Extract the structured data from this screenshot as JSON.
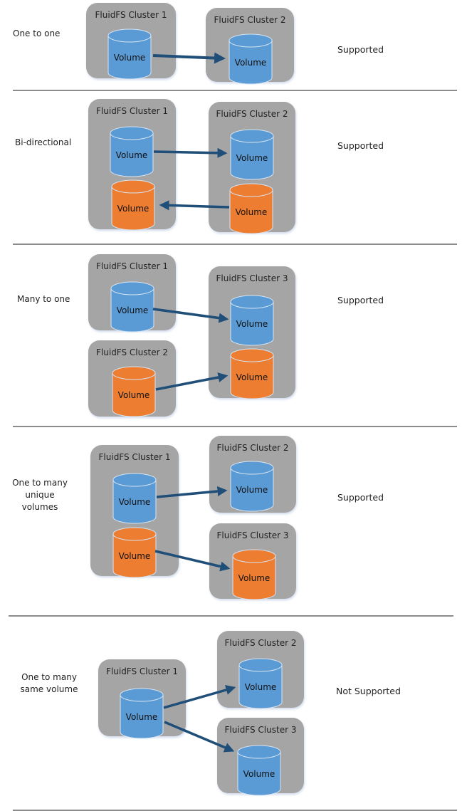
{
  "colors": {
    "cluster_bg": "#a5a5a5",
    "volume_blue": "#5b9bd5",
    "volume_orange": "#ed7d31",
    "arrow": "#1f4e79",
    "divider": "#8c8c8c"
  },
  "rows": [
    {
      "label": "One to one",
      "status": "Supported",
      "clusters": [
        {
          "title": "FluidFS Cluster 1",
          "volumes": [
            {
              "label": "Volume",
              "color": "blue"
            }
          ]
        },
        {
          "title": "FluidFS Cluster 2",
          "volumes": [
            {
              "label": "Volume",
              "color": "blue"
            }
          ]
        }
      ],
      "replications": [
        {
          "from": "Cluster 1 Volume (blue)",
          "to": "Cluster 2 Volume (blue)"
        }
      ]
    },
    {
      "label": "Bi-directional",
      "status": "Supported",
      "clusters": [
        {
          "title": "FluidFS Cluster 1",
          "volumes": [
            {
              "label": "Volume",
              "color": "blue"
            },
            {
              "label": "Volume",
              "color": "orange"
            }
          ]
        },
        {
          "title": "FluidFS Cluster 2",
          "volumes": [
            {
              "label": "Volume",
              "color": "blue"
            },
            {
              "label": "Volume",
              "color": "orange"
            }
          ]
        }
      ],
      "replications": [
        {
          "from": "Cluster 1 Volume (blue)",
          "to": "Cluster 2 Volume (blue)"
        },
        {
          "from": "Cluster 2 Volume (orange)",
          "to": "Cluster 1 Volume (orange)"
        }
      ]
    },
    {
      "label": "Many to one",
      "status": "Supported",
      "clusters": [
        {
          "title": "FluidFS Cluster 1",
          "volumes": [
            {
              "label": "Volume",
              "color": "blue"
            }
          ]
        },
        {
          "title": "FluidFS Cluster 2",
          "volumes": [
            {
              "label": "Volume",
              "color": "orange"
            }
          ]
        },
        {
          "title": "FluidFS Cluster 3",
          "volumes": [
            {
              "label": "Volume",
              "color": "blue"
            },
            {
              "label": "Volume",
              "color": "orange"
            }
          ]
        }
      ],
      "replications": [
        {
          "from": "Cluster 1 Volume (blue)",
          "to": "Cluster 3 Volume (blue)"
        },
        {
          "from": "Cluster 2 Volume (orange)",
          "to": "Cluster 3 Volume (orange)"
        }
      ]
    },
    {
      "label_line1": "One to many",
      "label_line2": "unique volumes",
      "status": "Supported",
      "clusters": [
        {
          "title": "FluidFS Cluster 1",
          "volumes": [
            {
              "label": "Volume",
              "color": "blue"
            },
            {
              "label": "Volume",
              "color": "orange"
            }
          ]
        },
        {
          "title": "FluidFS Cluster 2",
          "volumes": [
            {
              "label": "Volume",
              "color": "blue"
            }
          ]
        },
        {
          "title": "FluidFS Cluster 3",
          "volumes": [
            {
              "label": "Volume",
              "color": "orange"
            }
          ]
        }
      ],
      "replications": [
        {
          "from": "Cluster 1 Volume (blue)",
          "to": "Cluster 2 Volume (blue)"
        },
        {
          "from": "Cluster 1 Volume (orange)",
          "to": "Cluster 3 Volume (orange)"
        }
      ]
    },
    {
      "label_line1": "One to many",
      "label_line2": "same volume",
      "status": "Not Supported",
      "clusters": [
        {
          "title": "FluidFS Cluster 1",
          "volumes": [
            {
              "label": "Volume",
              "color": "blue"
            }
          ]
        },
        {
          "title": "FluidFS Cluster 2",
          "volumes": [
            {
              "label": "Volume",
              "color": "blue"
            }
          ]
        },
        {
          "title": "FluidFS Cluster 3",
          "volumes": [
            {
              "label": "Volume",
              "color": "blue"
            }
          ]
        }
      ],
      "replications": [
        {
          "from": "Cluster 1 Volume (blue)",
          "to": "Cluster 2 Volume (blue)"
        },
        {
          "from": "Cluster 1 Volume (blue)",
          "to": "Cluster 3 Volume (blue)"
        }
      ]
    }
  ]
}
